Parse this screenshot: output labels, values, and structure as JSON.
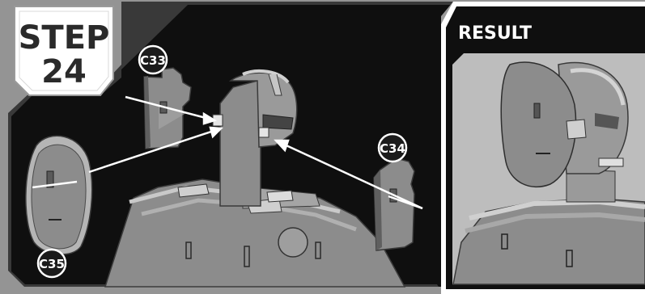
{
  "step": {
    "label": "STEP",
    "number": "24"
  },
  "result": {
    "label": "RESULT"
  },
  "parts": {
    "c33": "C33",
    "c34": "C34",
    "c35": "C35"
  },
  "colors": {
    "background": "#0f0f0f",
    "frame": "#9a9a9a",
    "part_face": "#8c8c8c",
    "part_light": "#b5b5b5",
    "part_dark": "#5f5f5f",
    "result_bg": "#c8c8c8",
    "badge": "#1b1b1b"
  }
}
